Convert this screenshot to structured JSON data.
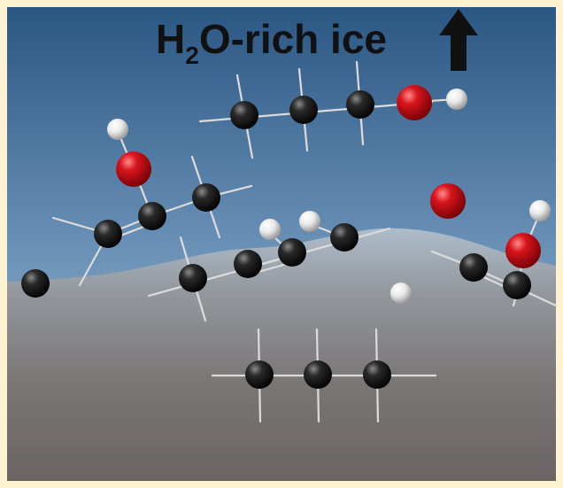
{
  "title": {
    "main": "H",
    "subscript": "2",
    "rest": "O-rich ice",
    "arrow_icon": "up-arrow-icon"
  },
  "colors": {
    "frame": "#fdf3d3",
    "sky_top": "#2f5d8a",
    "sky_mid": "#7fa3c4",
    "ground_top": "#a7b7c6",
    "ground_bottom": "#6a6565",
    "carbon": "#111111",
    "oxygen": "#d0121b",
    "hydrogen": "#f2f2f2",
    "bond": "#dddddd",
    "arrow": "#111111"
  },
  "atom_types": [
    "carbon",
    "oxygen",
    "hydrogen"
  ]
}
